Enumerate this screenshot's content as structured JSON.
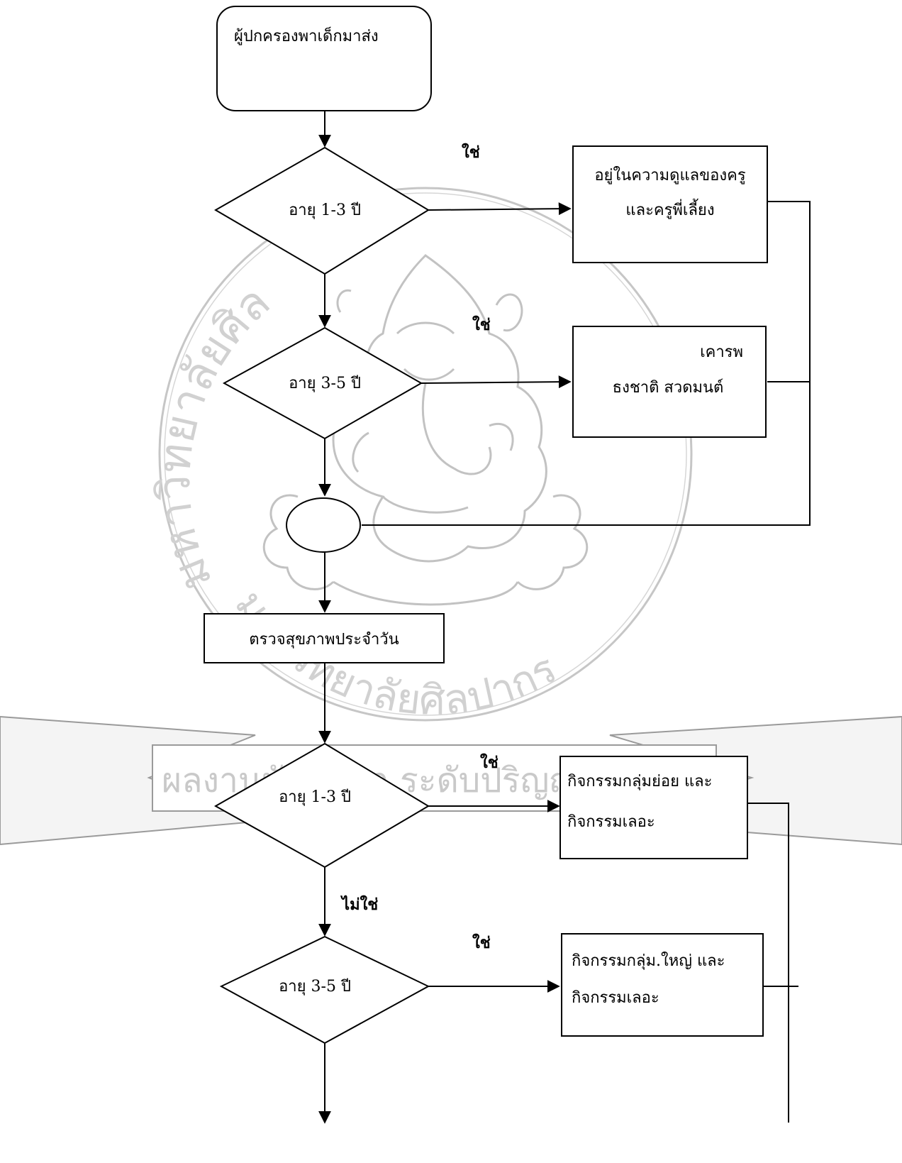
{
  "watermark": {
    "seal_text_left": "มหาวิทยาลัยศิลปากร",
    "seal_text_bottom": "มหาวิทยาลัยศิลปากร",
    "banner_text": "ผลงานนักศึกษา ระดับปริญญา",
    "colors": {
      "seal": "#bdbdbd",
      "banner_fill": "#efefef",
      "banner_stroke": "#9a9a9a"
    }
  },
  "nodes": {
    "start": "ผู้ปกครองพาเด็กมาส่ง",
    "decision1": "อายุ 1-3 ปี",
    "care_line1": "อยู่ในความดูแลของครู",
    "care_line2": "และครูพี่เลี้ยง",
    "decision2": "อายุ 3-5 ปี",
    "respect_line1": "เคารพ",
    "respect_line2": "ธงชาติ สวดมนต์",
    "connector": "",
    "health_check": "ตรวจสุขภาพประจำวัน",
    "decision3": "อายุ 1-3 ปี",
    "small_group_line1": "กิจกรรมกลุ่มย่อย และ",
    "small_group_line2": "กิจกรรมเลอะ",
    "decision4": "อายุ 3-5 ปี",
    "large_group_line1": "กิจกรรมกลุ่ม.ใหญ่ และ",
    "large_group_line2": "กิจกรรมเลอะ"
  },
  "labels": {
    "yes1": "ใช่",
    "yes2": "ใช่",
    "yes3": "ใช่",
    "no3": "ไม่ใช่",
    "yes4": "ใช่"
  }
}
